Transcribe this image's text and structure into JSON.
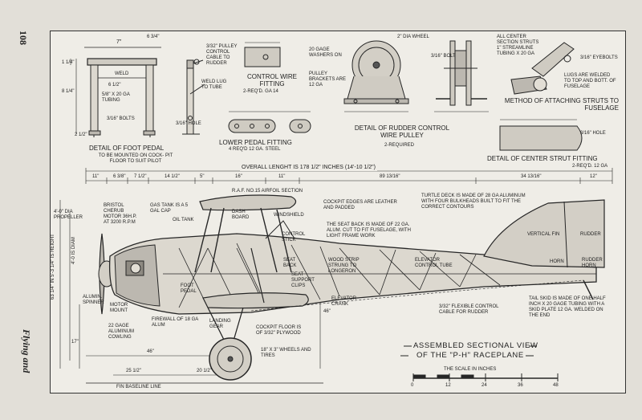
{
  "margin": {
    "page_number": "108",
    "magazine": "Flying and"
  },
  "foot_pedal": {
    "dim_width": "7\"",
    "dim_gap": "6 3/4\"",
    "dim_height": "8 1/4\"",
    "dim_inner": "6 1/2\"",
    "dim_top": "1 1/4\"",
    "dim_small": "2 1/2\"",
    "weld": "WELD",
    "tubing": "5/8\" X 20 GA TUBING",
    "bolts": "3/16\" BOLTS",
    "pulley": "3/32\" PULLEY CONTROL CABLE TO RUDDER",
    "weld_lug": "WELD LUG TO TUBE",
    "hole": "3/16\" HOLE",
    "caption": "DETAIL OF FOOT PEDAL",
    "note": "TO BE MOUNTED ON COCK- PIT FLOOR TO SUIT PILOT"
  },
  "control_wire_fitting": {
    "title": "CONTROL WIRE FITTING",
    "sub": "2-REQ'D. GA 14"
  },
  "lower_pedal_fitting": {
    "title": "LOWER PEDAL FITTING",
    "sub": "4 REQ'D 12 GA. STEEL"
  },
  "pulley": {
    "wheel": "2\" DIA WHEEL",
    "washers": "20 GAGE WASHERS ON",
    "brackets": "PULLEY BRACKETS ARE 12 GA",
    "bolt": "3/16\" BOLT",
    "title": "DETAIL OF RUDDER CONTROL WIRE PULLEY",
    "sub": "2-REQUIRED"
  },
  "center_strut": {
    "note1": "ALL CENTER SECTION STRUTS 1\" STREAMLINE TUBING X 20 GA",
    "eyebolts": "3/16\" EYEBOLTS",
    "note2": "LUGS ARE WELDED TO TOP AND BOTT. OF FUSELAGE",
    "method": "METHOD OF ATTACHING STRUTS TO FUSELAGE",
    "hole": "3/16\" HOLE",
    "title": "DETAIL OF CENTER STRUT FITTING",
    "sub": "2-REQ'D. 12 GA"
  },
  "dimensions": {
    "overall": "OVERALL LENGHT IS 178 1/2\" INCHES (14'-10 1/2\")",
    "d1": "11\"",
    "d2": "6 3/8\"",
    "d3": "7 1/2\"",
    "d4": "14 1/2\"",
    "d5": "5\"",
    "d6": "16\"",
    "d7": "11\"",
    "d8": "89 13/16\"",
    "d9": "34 13/16\"",
    "d10": "12\"",
    "h1": "63 1/4\" IN 5'-3 1/4\" IS HEIGHT",
    "h2": "4'-0\" DIA PROPELLER",
    "h3": "4'-0 IS DIAM",
    "h4": "17\"",
    "h5": "46\"",
    "h6": "25 1/2\"",
    "h7": "20 1/2\"",
    "h8": "46\""
  },
  "labels": {
    "raf": "R.A.F. NO.15 AIRFOIL SECTION",
    "cockpit_edges": "COCKPIT EDGES ARE LEATHER AND PADDED",
    "turtle": "TURTLE DECK IS MADE OF 28 GA ALUMINUM WITH FOUR BULKHEADS BUILT TO FIT THE CORRECT CONTOURS",
    "engine": "BRISTOL CHERUB MOTOR 36H.P. AT 3200 R.P.M",
    "gas_tank": "GAS TANK IS A 5 GAL CAP",
    "oil_tank": "OIL TANK",
    "dash": "DASH BOARD",
    "windshield": "WINDSHIELD",
    "seat_back_note": "THE SEAT BACK IS MADE OF 22 GA. ALUM. CUT TO FIT FUSELAGE, WITH LIGHT FRAME WORK",
    "stick": "CONTROL STICK",
    "seat_back": "SEAT BACK",
    "seat_clips": "SEAT SUPPORT CLIPS",
    "wood_strip": "WOOD STRIP STRUNG TO LONGERON",
    "elev_tube": "ELEVATOR CONTROL TUBE",
    "elev_crank": "ELEVATOR CRANK",
    "vertical_fin": "VERTICAL FIN",
    "rudder": "RUDDER",
    "horn": "HORN",
    "rudder_horn": "RUDDER HORN",
    "spinner": "ALUMIN. SPINNER",
    "motor_mount": "MOTOR MOUNT",
    "cowling": "22 GAGE ALUMINUM COWLING",
    "firewall": "FIREWALL OF 18 GA ALUM",
    "foot_pedal": "FOOT PEDAL",
    "landing_gear": "LANDING GEAR",
    "floor": "COCKPIT FLOOR IS OF 3/32\" PLYWOOD",
    "wheels": "18\" X 3\" WHEELS AND TIRES",
    "flex_cable": "3/32\" FLEXIBLE CONTROL CABLE FOR RUDDER",
    "tail_skid": "TAIL SKID IS MADE OF ONE HALF INCH X 20 GAGE TUBING WITH A SKID PLATE 12 GA. WELDED ON THE END",
    "baseline": "FIN BASELINE LINE"
  },
  "title": {
    "line1": "ASSEMBLED SECTIONAL VIEW",
    "line2": "OF THE \"P-H\" RACEPLANE"
  },
  "scale": {
    "label": "THE SCALE IN INCHES",
    "ticks": [
      "0",
      "12",
      "24",
      "36",
      "48"
    ]
  }
}
